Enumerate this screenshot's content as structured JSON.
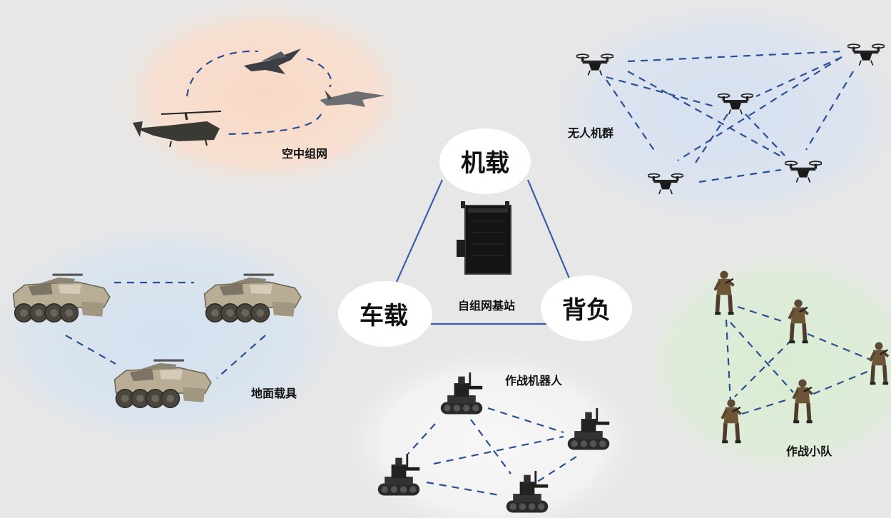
{
  "groups": {
    "air": "空中组网",
    "drones": "无人机群",
    "ground": "地面载具",
    "robots": "作战机器人",
    "squad": "作战小队"
  },
  "station": {
    "airborne": "机载",
    "vehicle": "车载",
    "backpack": "背负",
    "center": "自组网基站"
  },
  "colors": {
    "air_zone": "#f6d9c8",
    "drone_zone": "#d9e2f1",
    "ground_zone": "#d8e4f0",
    "robot_zone": "#f4f4f4",
    "squad_zone": "#dcedd6",
    "link_line": "#2b4f93"
  }
}
